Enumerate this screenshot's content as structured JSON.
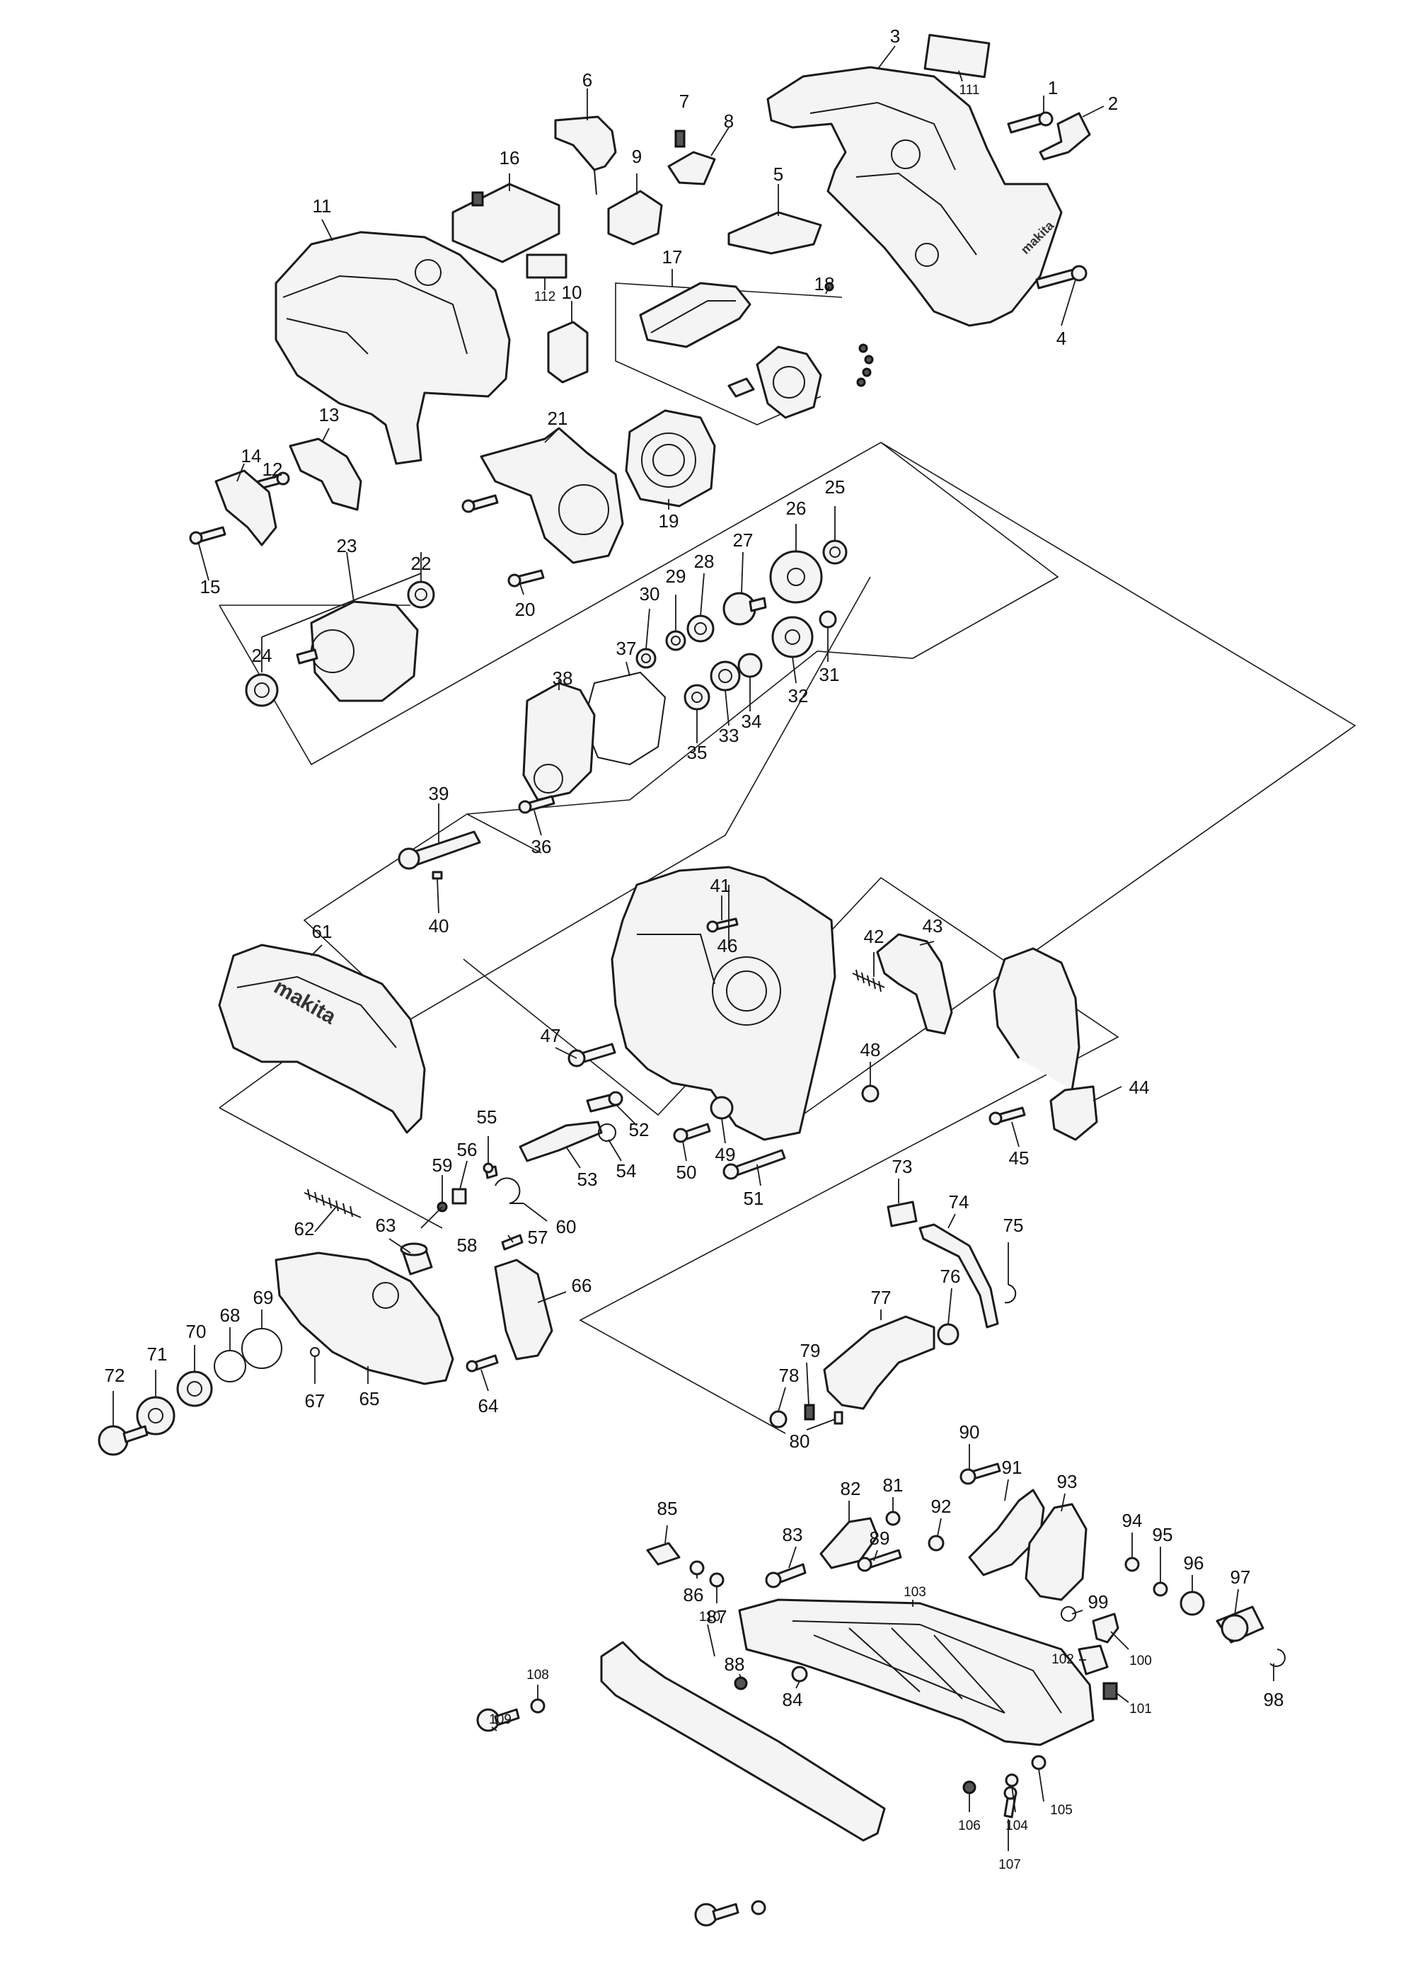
{
  "callouts": {
    "c1": "1",
    "c2": "2",
    "c3": "3",
    "c4": "4",
    "c5": "5",
    "c6": "6",
    "c7": "7",
    "c8": "8",
    "c9": "9",
    "c10": "10",
    "c11": "11",
    "c12": "12",
    "c13": "13",
    "c14": "14",
    "c15": "15",
    "c16": "16",
    "c17": "17",
    "c18": "18",
    "c19": "19",
    "c20": "20",
    "c21": "21",
    "c22": "22",
    "c23": "23",
    "c24": "24",
    "c25": "25",
    "c26": "26",
    "c27": "27",
    "c28": "28",
    "c29": "29",
    "c30": "30",
    "c31": "31",
    "c32": "32",
    "c33": "33",
    "c34": "34",
    "c35": "35",
    "c36": "36",
    "c37": "37",
    "c38": "38",
    "c39": "39",
    "c40": "40",
    "c41": "41",
    "c42": "42",
    "c43": "43",
    "c44": "44",
    "c45": "45",
    "c46": "46",
    "c47": "47",
    "c48": "48",
    "c49": "49",
    "c50": "50",
    "c51": "51",
    "c52": "52",
    "c53": "53",
    "c54": "54",
    "c55": "55",
    "c56": "56",
    "c57": "57",
    "c58": "58",
    "c59": "59",
    "c60": "60",
    "c61": "61",
    "c62": "62",
    "c63": "63",
    "c64": "64",
    "c65": "65",
    "c66": "66",
    "c67": "67",
    "c68": "68",
    "c69": "69",
    "c70": "70",
    "c71": "71",
    "c72": "72",
    "c73": "73",
    "c74": "74",
    "c75": "75",
    "c76": "76",
    "c77": "77",
    "c78": "78",
    "c79": "79",
    "c80": "80",
    "c81": "81",
    "c82": "82",
    "c83": "83",
    "c84": "84",
    "c85": "85",
    "c86": "86",
    "c87": "87",
    "c88": "88",
    "c89": "89",
    "c90": "90",
    "c91": "91",
    "c92": "92",
    "c93": "93",
    "c94": "94",
    "c95": "95",
    "c96": "96",
    "c97": "97",
    "c98": "98",
    "c99": "99",
    "c100": "100",
    "c101": "101",
    "c102": "102",
    "c103": "103",
    "c104": "104",
    "c105": "105",
    "c106": "106",
    "c107": "107",
    "c108": "108",
    "c109": "109",
    "c110": "110",
    "c111": "111",
    "c112": "112"
  },
  "brand_marks": {
    "housing_logo": "makita",
    "guard_logo": "makita"
  }
}
